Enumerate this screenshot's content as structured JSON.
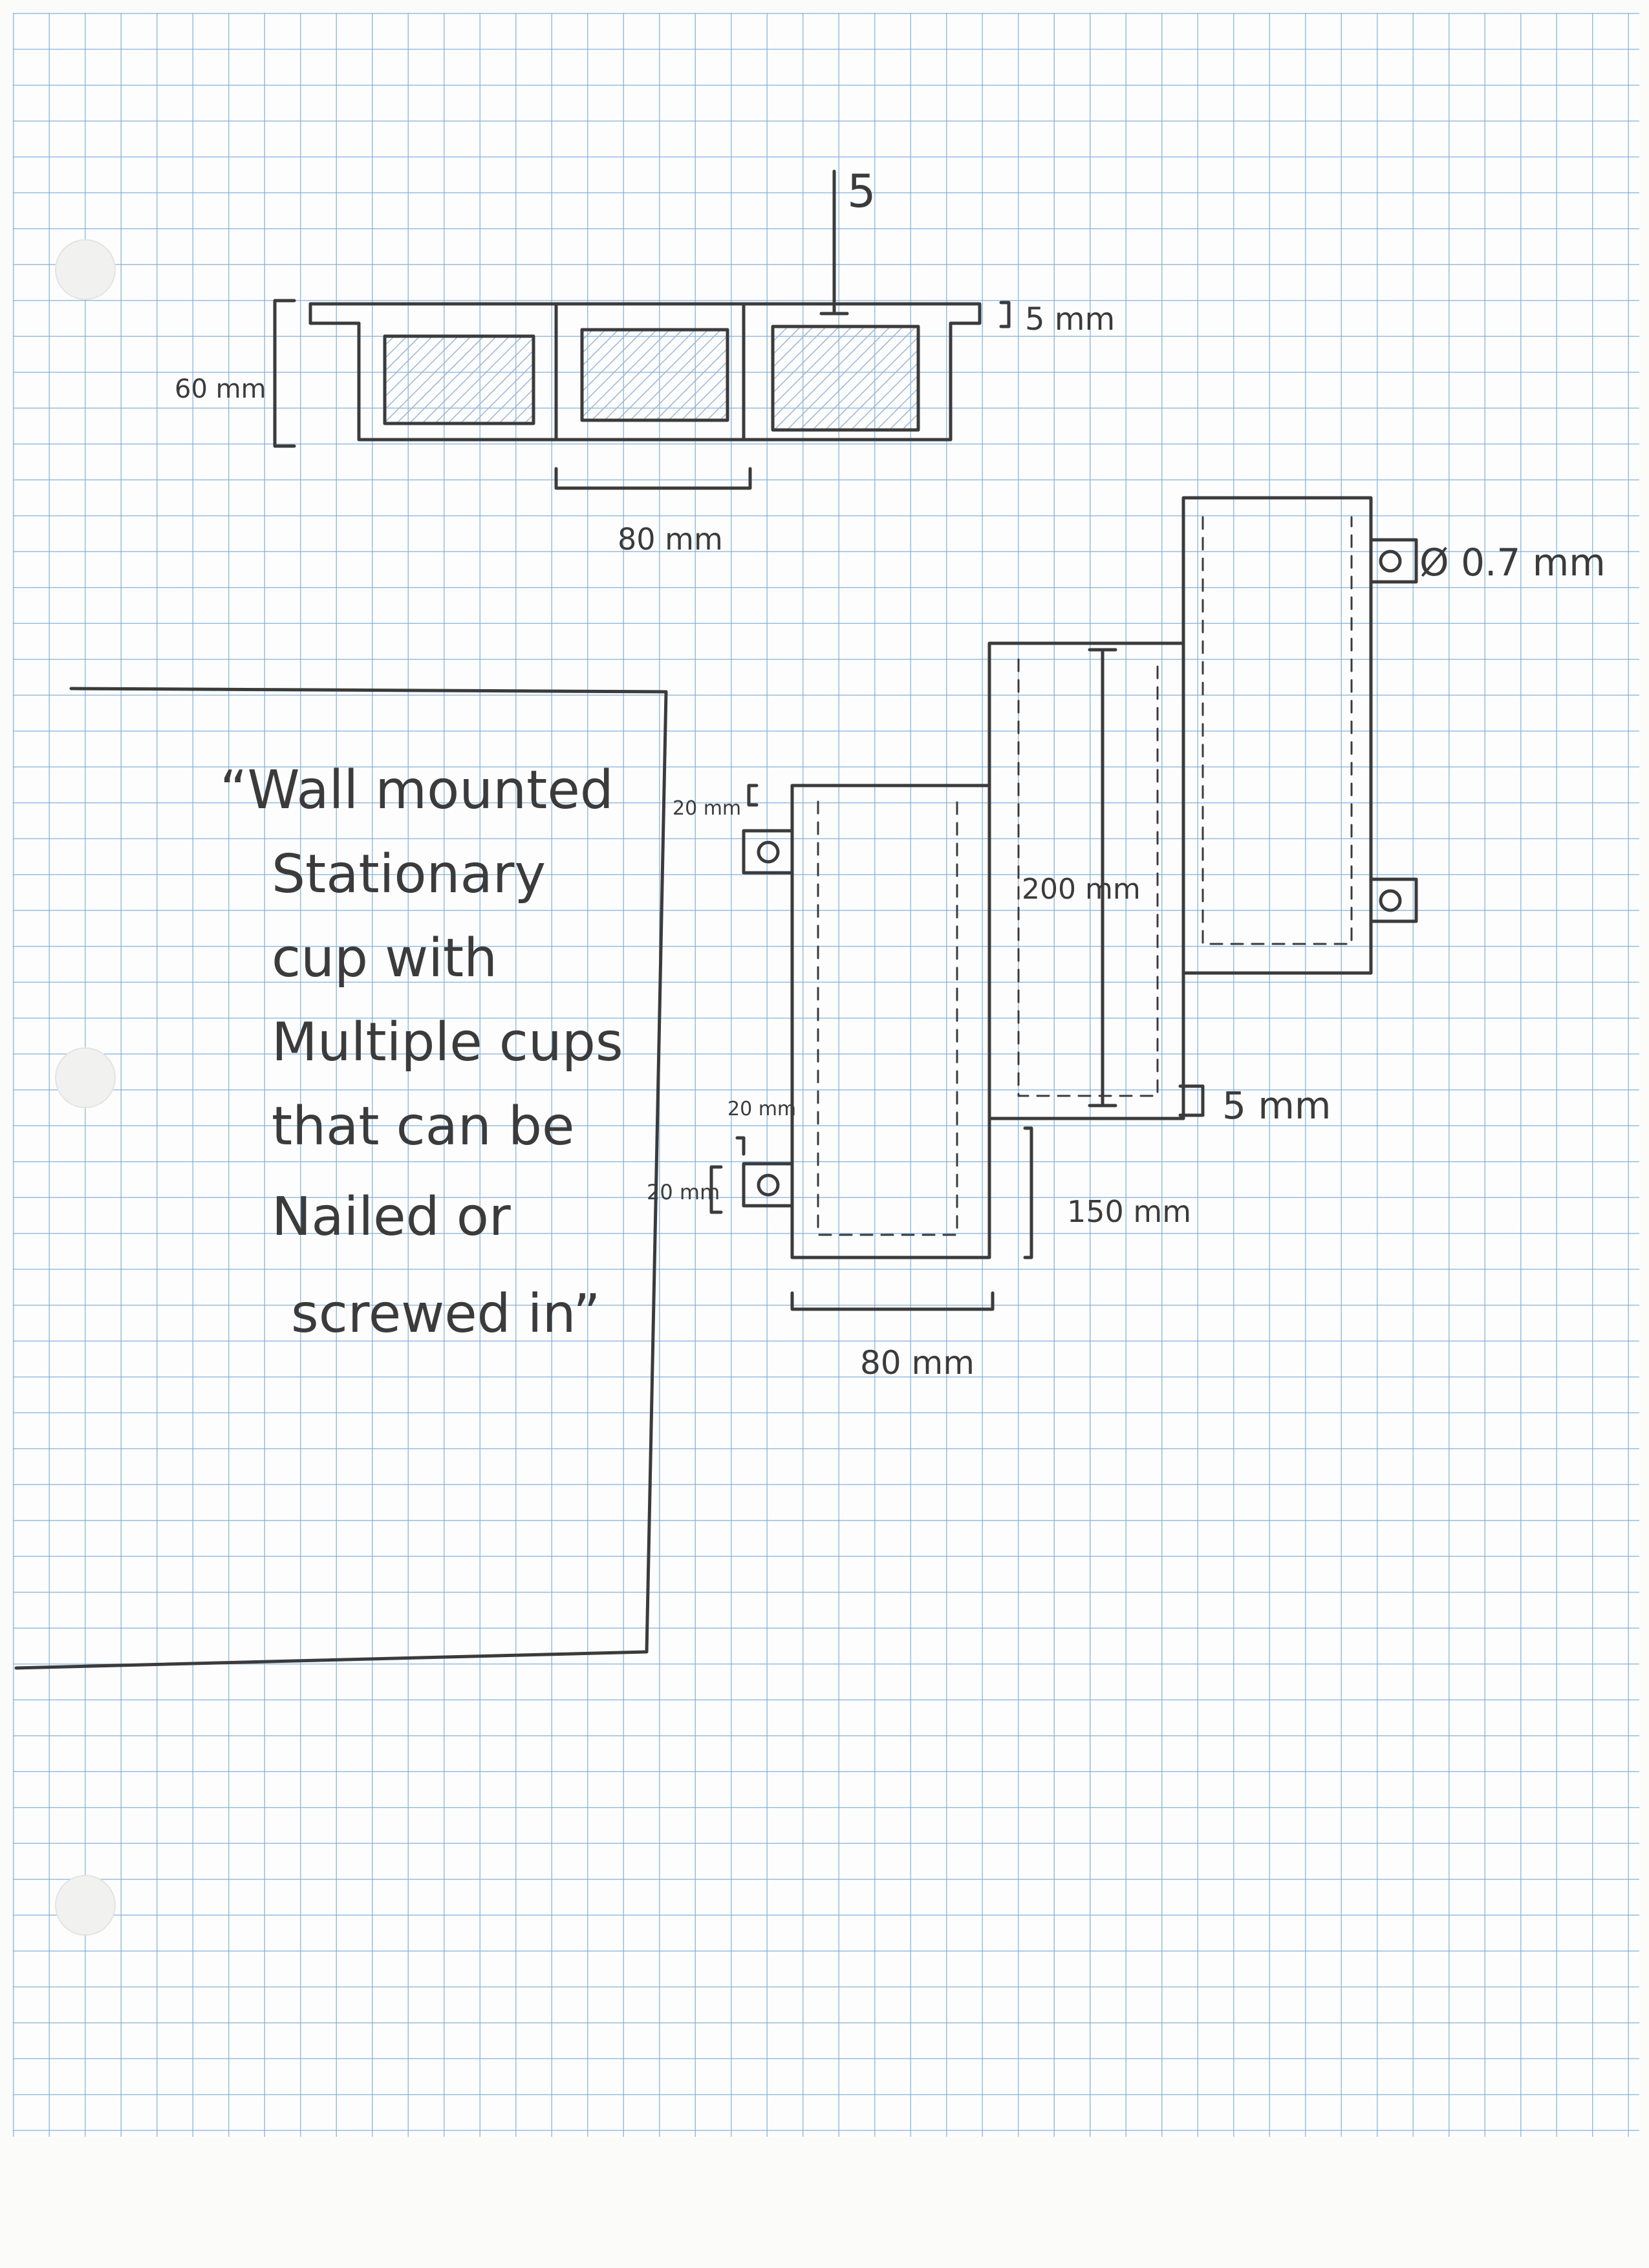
{
  "labels": {
    "top_view": {
      "height": "60 mm",
      "spacing": "80 mm",
      "lip_label": "5",
      "lip_width": "5 mm"
    },
    "side_view": {
      "screw_diameter": "Ø 0.7 mm",
      "height": "200 mm",
      "base_thickness": "5 mm",
      "tab_top": "20 mm",
      "tab_bottom_upper": "20 mm",
      "tab_bottom_side": "20 mm",
      "offset": "150 mm",
      "width": "80 mm"
    },
    "note": [
      "“Wall mounted",
      "Stationary",
      "cup with",
      "Multiple cups",
      "that can be",
      "Nailed or",
      "screwed in”"
    ]
  },
  "colors": {
    "ink": "#3b3b3b",
    "grid": "#78aad7",
    "hatch": "#9bb7d6"
  }
}
